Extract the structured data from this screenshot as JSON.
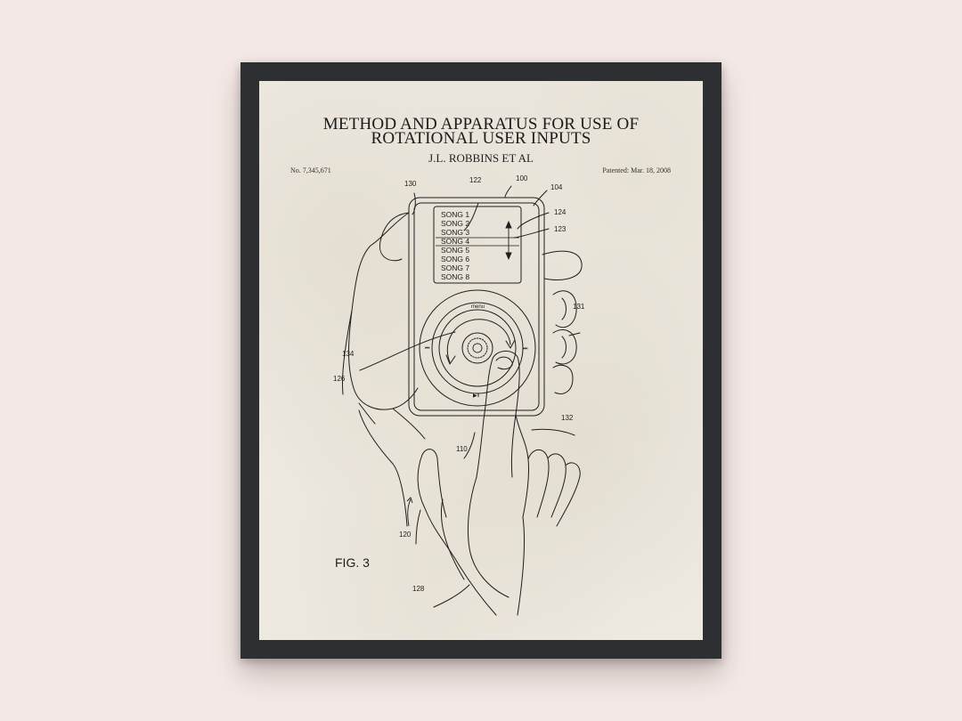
{
  "poster": {
    "title_line1": "METHOD AND APPARATUS FOR USE OF",
    "title_line2": "ROTATIONAL USER INPUTS",
    "authors": "J.L. ROBBINS ET AL",
    "patent_number": "No. 7,345,671",
    "patent_date": "Patented: Mar. 18, 2008",
    "figure_label": "FIG. 3"
  },
  "screen": {
    "songs": [
      "SONG 1",
      "SONG 2",
      "SONG 3",
      "SONG 4",
      "SONG 5",
      "SONG 6",
      "SONG 7",
      "SONG 8"
    ]
  },
  "wheel": {
    "menu": "menu",
    "play_pause": "▶‖",
    "prev": "⏮",
    "next": "⏭"
  },
  "reference_numerals": {
    "n100": "100",
    "n104": "104",
    "n110": "110",
    "n120": "120",
    "n122": "122",
    "n123": "123",
    "n124": "124",
    "n126": "126",
    "n128": "128",
    "n130": "130",
    "n131": "131",
    "n132": "132",
    "n134": "134"
  },
  "colors": {
    "wall": "#f4e9e6",
    "frame": "#2d3032",
    "paper": "#eeeae0",
    "ink": "#1e1e1e"
  }
}
